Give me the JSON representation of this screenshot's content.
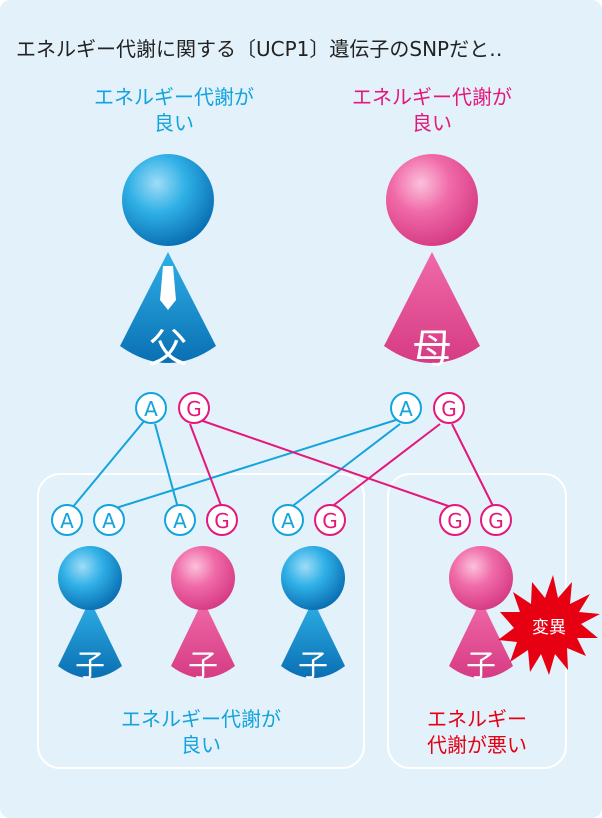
{
  "title": "エネルギー代謝に関する〔UCP1〕遺伝子のSNPだと‥",
  "colors": {
    "background": "#e3f1fb",
    "blue": "#13a3dd",
    "pink": "#e4187a",
    "red": "#e60012",
    "panel_border": "#ffffff"
  },
  "parents": {
    "father": {
      "label": "良い",
      "caption_line1": "エネルギー代謝が",
      "caption_line2": "良い",
      "glyph": "父",
      "alleles": [
        "A",
        "G"
      ]
    },
    "mother": {
      "caption_line1": "エネルギー代謝が",
      "caption_line2": "良い",
      "glyph": "母",
      "alleles": [
        "A",
        "G"
      ]
    }
  },
  "children": [
    {
      "glyph": "子",
      "alleles": [
        "A",
        "A"
      ],
      "color": "blue"
    },
    {
      "glyph": "子",
      "alleles": [
        "A",
        "G"
      ],
      "color": "pink"
    },
    {
      "glyph": "子",
      "alleles": [
        "A",
        "G"
      ],
      "color": "blue"
    },
    {
      "glyph": "子",
      "alleles": [
        "G",
        "G"
      ],
      "color": "pink"
    }
  ],
  "groups": {
    "good": {
      "caption_line1": "エネルギー代謝が",
      "caption_line2": "良い"
    },
    "bad": {
      "caption_line1": "エネルギー",
      "caption_line2": "代謝が悪い"
    }
  },
  "mutation_badge": "変異"
}
